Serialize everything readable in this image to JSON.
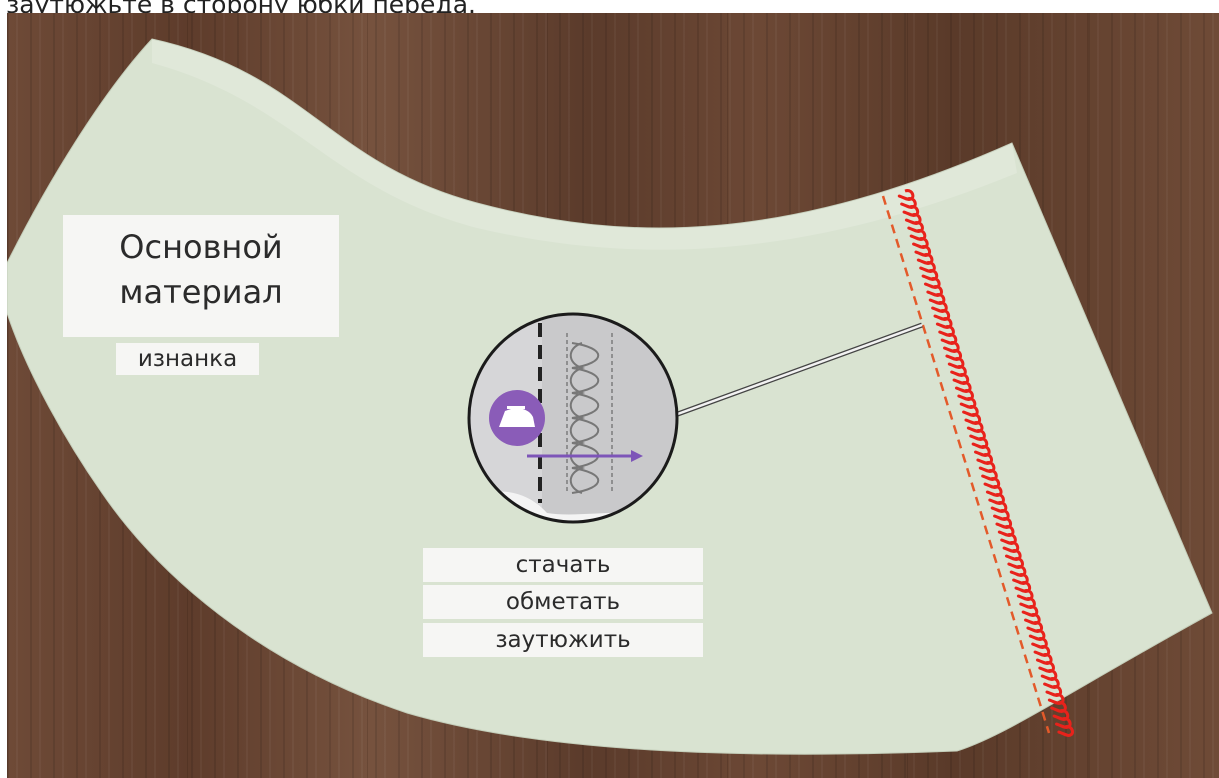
{
  "caption": "заутюжьте в сторону юбки переда.",
  "labels": {
    "main_line1": "Основной",
    "main_line2": "материал",
    "wrong_side": "изнанка"
  },
  "steps": [
    "стачать",
    "обметать",
    "заутюжить"
  ],
  "icons": [
    "iron-icon",
    "arrow-right-icon"
  ],
  "colors": {
    "fabric": "#d8e2d0",
    "stitch_red": "#e8221b",
    "seam_dash": "#e35a2a",
    "iron_badge": "#8a5cb8"
  }
}
